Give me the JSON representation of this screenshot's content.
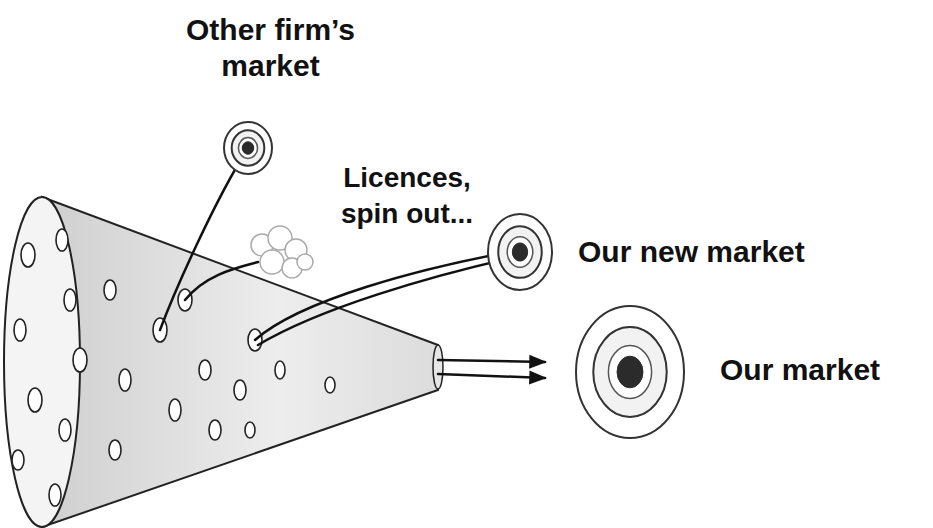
{
  "diagram": {
    "nodes": [
      {
        "text": [
          "Other firm’s market"
        ]
      },
      {
        "text": [
          "Our new market"
        ]
      },
      {
        "text": [
          "Our market"
        ]
      }
    ],
    "labels": [
      "Licences, spin out..."
    ]
  }
}
